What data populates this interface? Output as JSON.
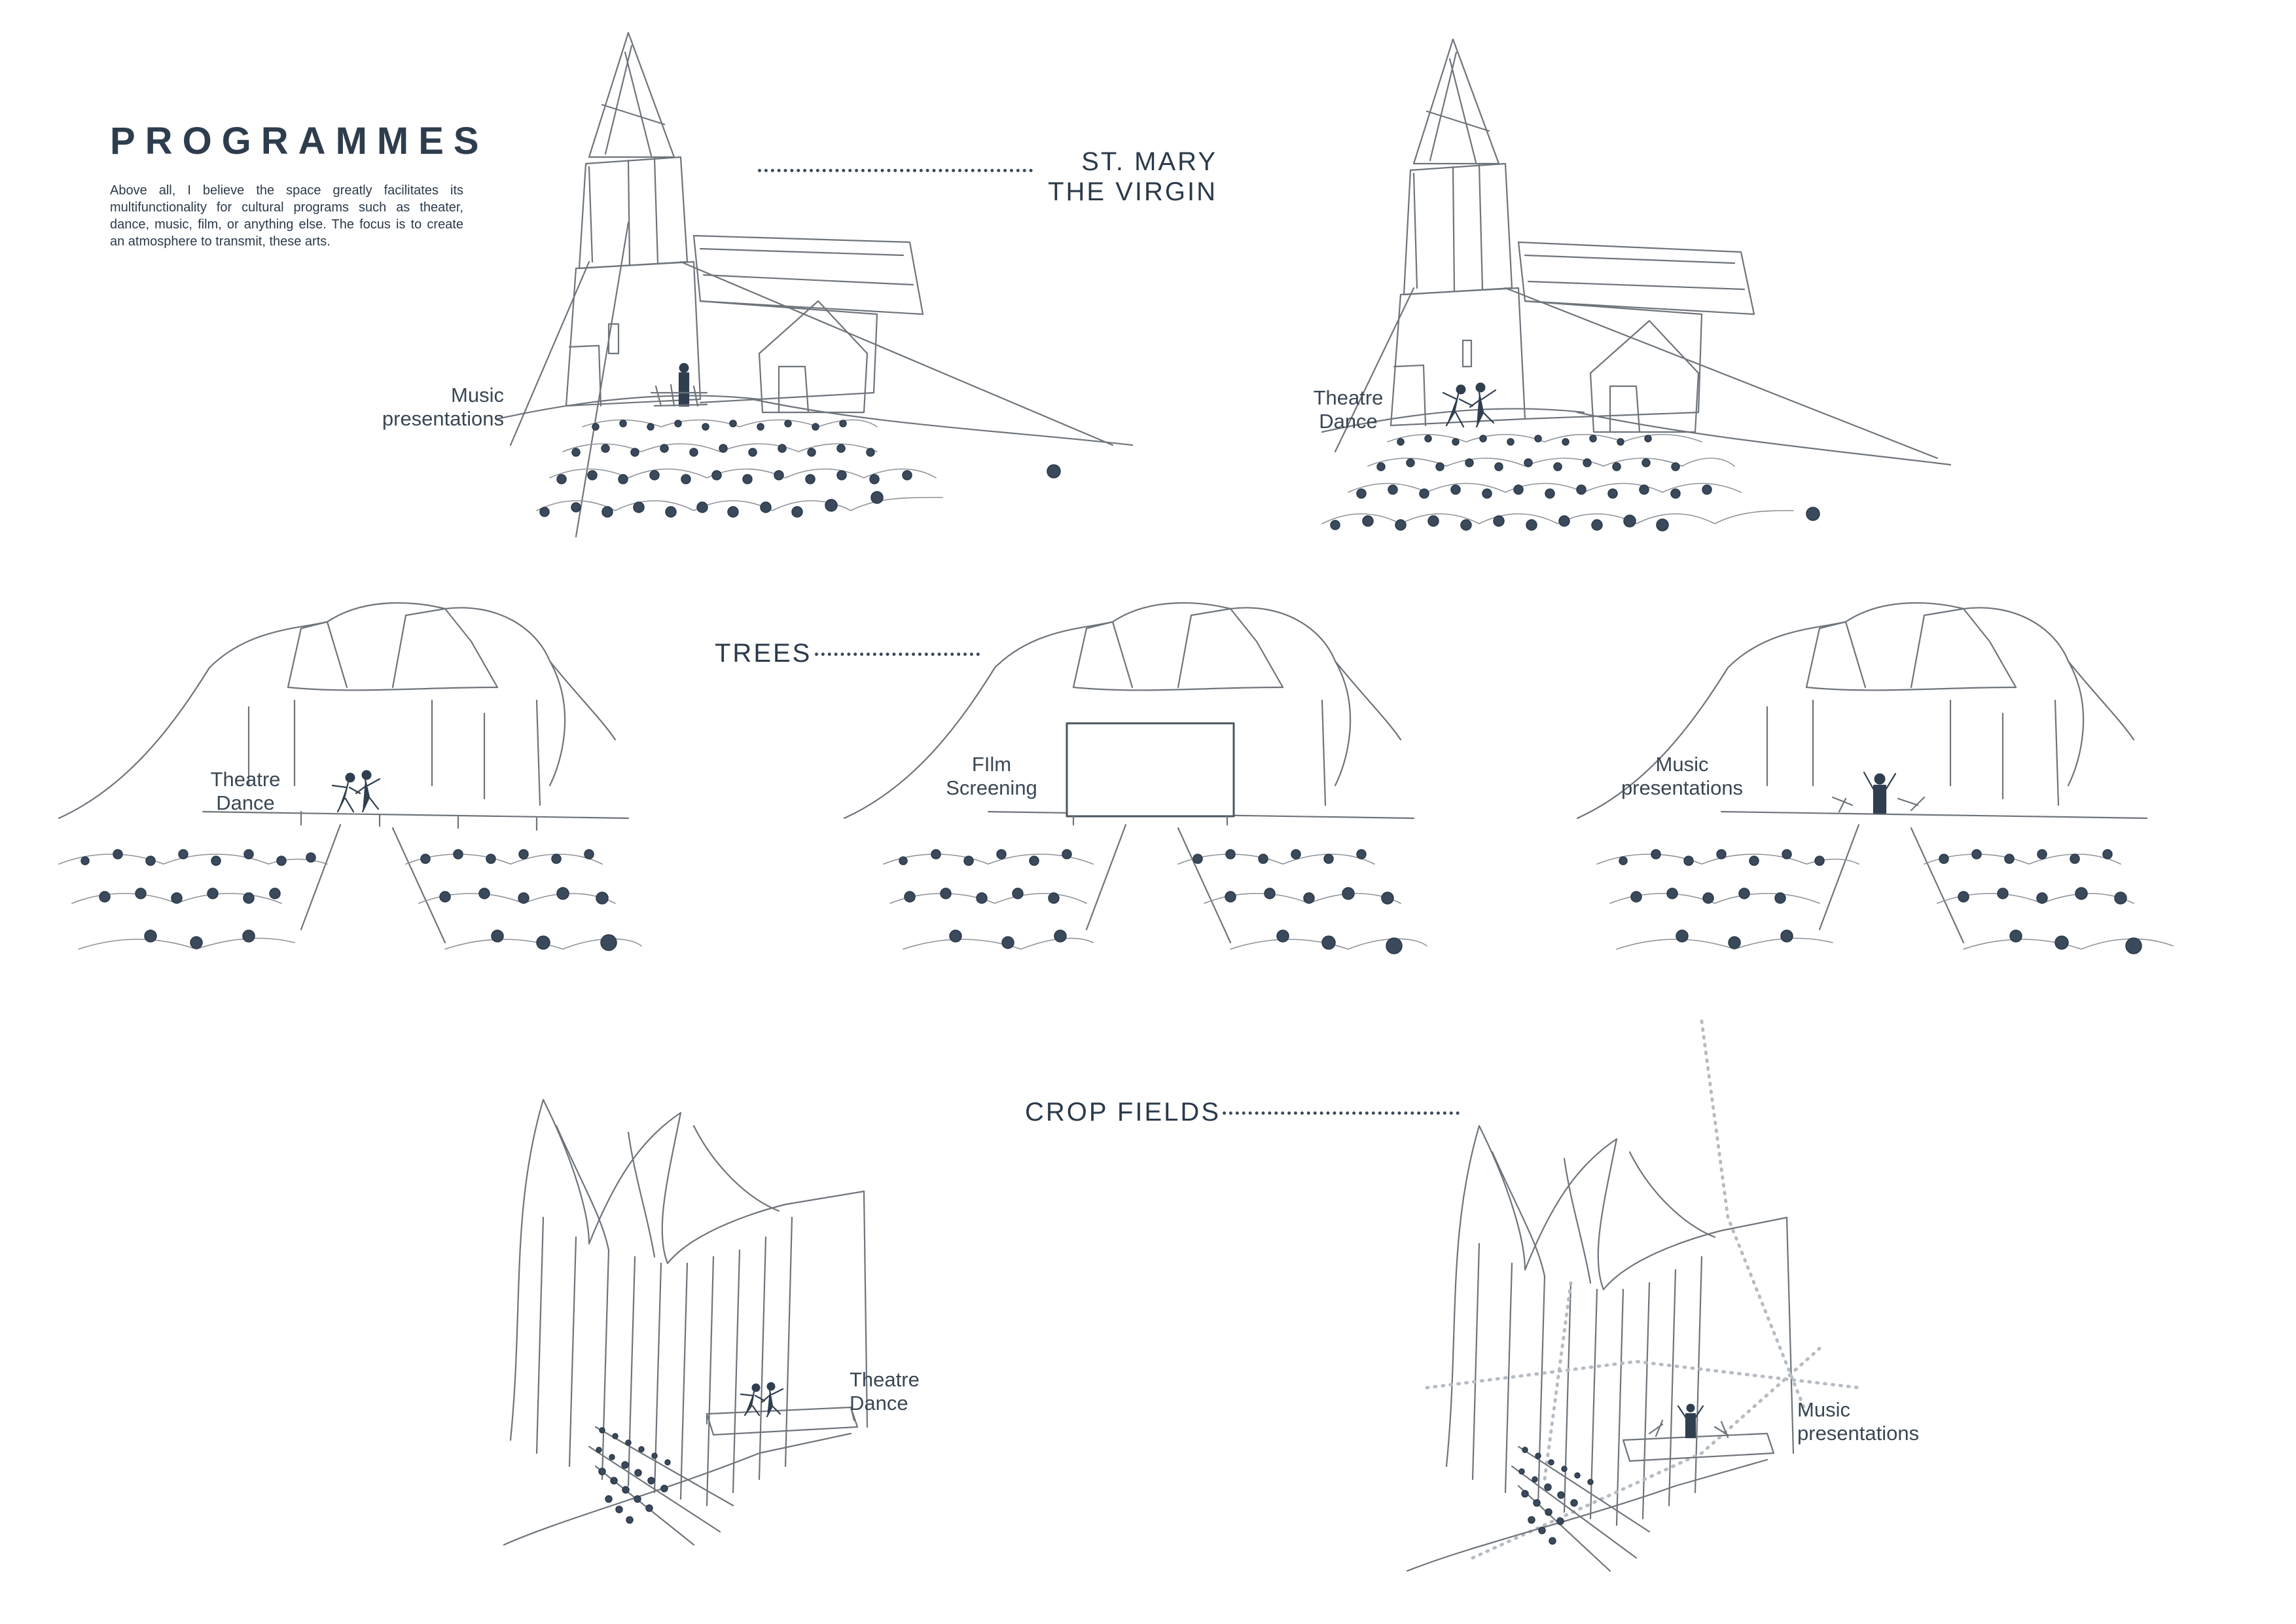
{
  "header": {
    "title": "PROGRAMMES",
    "intro": "Above all, I believe the space greatly facilitates its multifunctionality for cultural programs such as theater, dance, music, film, or anything else. The focus is to create an atmosphere to transmit, these arts."
  },
  "sections": {
    "church": {
      "line1": "ST. MARY",
      "line2": "THE VIRGIN"
    },
    "trees": {
      "label": "TREES"
    },
    "crops": {
      "label": "CROP FIELDS"
    }
  },
  "captions": {
    "church_music": {
      "line1": "Music",
      "line2": "presentations"
    },
    "church_theatre": {
      "line1": "Theatre",
      "line2": "Dance"
    },
    "trees_theatre": {
      "line1": "Theatre",
      "line2": "Dance"
    },
    "trees_film": {
      "line1": "FIlm",
      "line2": "Screening"
    },
    "trees_music": {
      "line1": "Music",
      "line2": "presentations"
    },
    "crops_theatre": {
      "line1": "Theatre",
      "line2": "Dance"
    },
    "crops_music": {
      "line1": "Music",
      "line2": "presentations"
    }
  }
}
